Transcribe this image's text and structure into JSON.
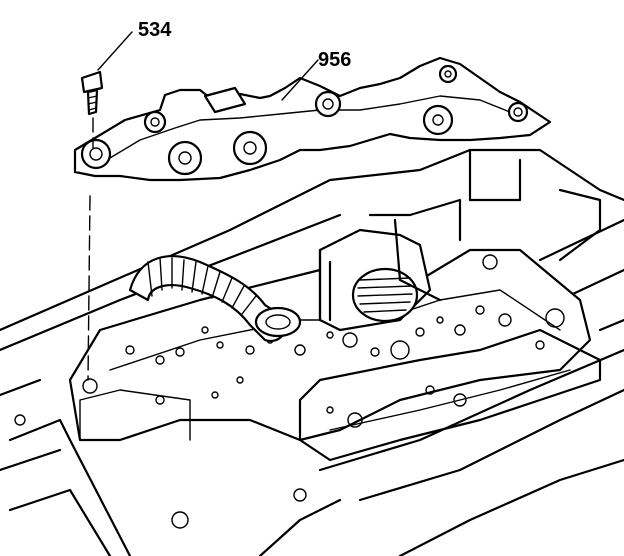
{
  "callouts": [
    {
      "id": "bolt",
      "number": "534"
    },
    {
      "id": "cover",
      "number": "956"
    }
  ]
}
